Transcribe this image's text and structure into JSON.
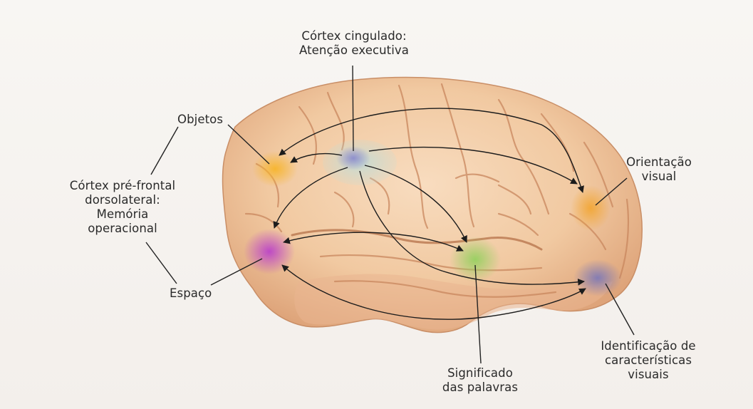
{
  "labels": {
    "cingulate": [
      "Córtex cingulado:",
      "Atenção executiva"
    ],
    "objects": "Objetos",
    "prefrontal": [
      "Córtex pré-frontal",
      "dorsolateral:",
      "Memória",
      "operacional"
    ],
    "space": "Espaço",
    "orientation": [
      "Orientação",
      "visual"
    ],
    "identification": [
      "Identificação de",
      "características",
      "visuais"
    ],
    "meaning": [
      "Significado",
      "das palavras"
    ]
  },
  "colors": {
    "brain_base": "#f3cfa9",
    "brain_shadow": "#d9a47a",
    "sulcus": "#c88b62",
    "arrow": "#1c1c1c",
    "objects_spot": "#f5b83a",
    "space_spot": "#c04fc9",
    "meaning_spot": "#9ed36a",
    "orientation_spot": "#f2a93a",
    "identification_spot": "#8d86b8",
    "cingulate_spot": "#9a9ac8",
    "cingulate_halo": "#a9d8d8"
  }
}
